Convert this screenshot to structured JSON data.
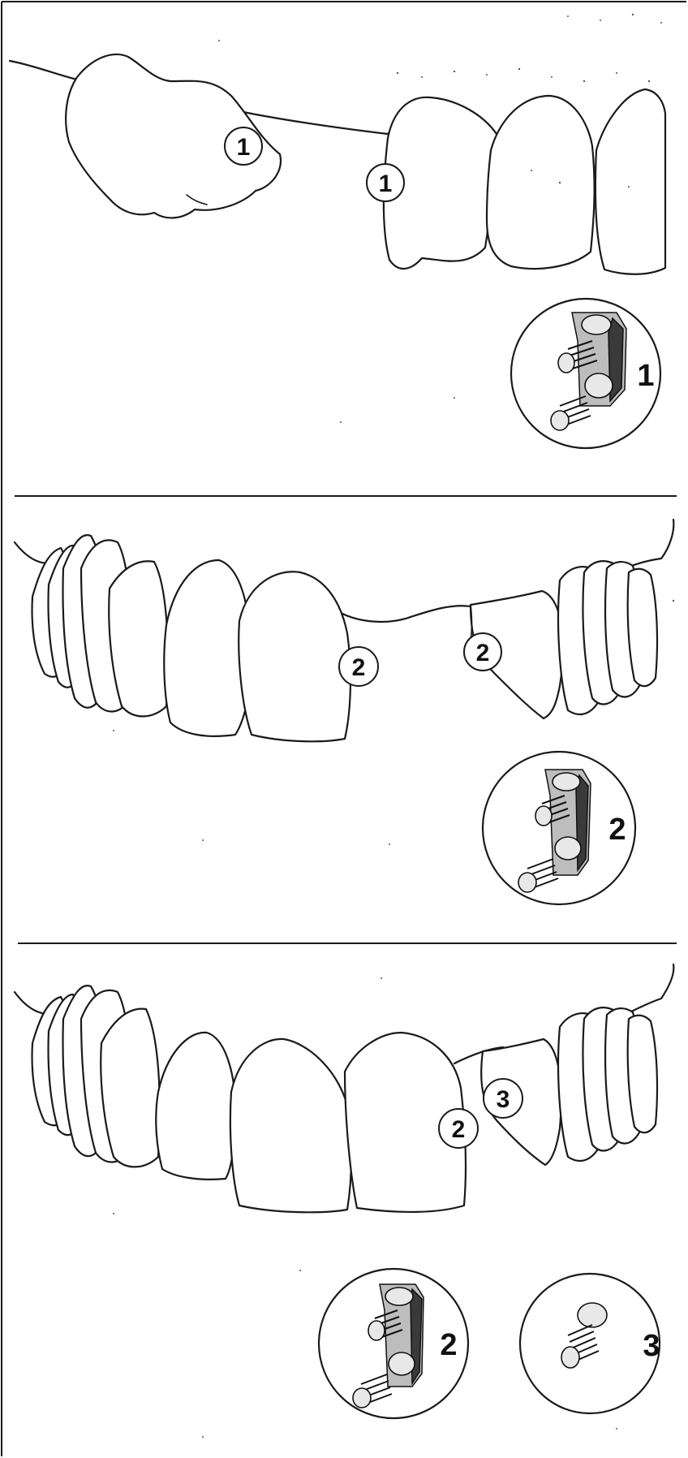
{
  "callouts": {
    "panel1_left": "1",
    "panel1_right": "1",
    "panel2_left": "2",
    "panel2_right": "2",
    "panel3_left": "2",
    "panel3_right": "3"
  },
  "insets": {
    "panel1": "1",
    "panel2": "2",
    "panel3_a": "2",
    "panel3_b": "3"
  },
  "colors": {
    "ink": "#1a1a1a",
    "paper": "#ffffff"
  }
}
